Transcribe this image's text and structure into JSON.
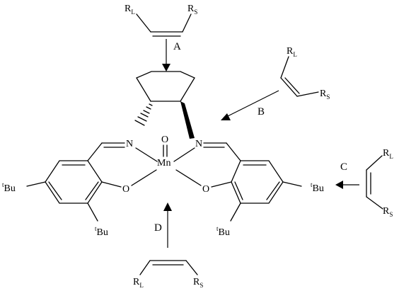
{
  "atoms": {
    "mn": "Mn",
    "o_oxo": "O",
    "n": "N",
    "o_phenol": "O",
    "r": "R",
    "large": "L",
    "small": "S",
    "t": "t",
    "bu": "Bu"
  },
  "approaches": {
    "a": "A",
    "b": "B",
    "c": "C",
    "d": "D"
  }
}
